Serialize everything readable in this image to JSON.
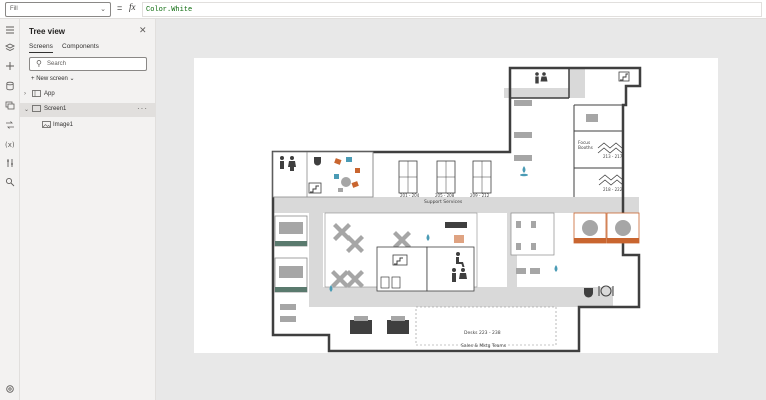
{
  "formula_bar": {
    "property": "Fill",
    "equals": "=",
    "fx": "fx",
    "formula": "Color.White"
  },
  "rail": {
    "icons": [
      "hamburger-icon",
      "layers-icon",
      "plus-icon",
      "database-icon",
      "media-icon",
      "data-flow-icon",
      "variables-icon",
      "tools-icon",
      "search-icon",
      "settings-icon"
    ]
  },
  "tree": {
    "title": "Tree view",
    "tabs": [
      "Screens",
      "Components"
    ],
    "search_placeholder": "Search",
    "new_screen": "New screen",
    "items": [
      {
        "label": "App"
      },
      {
        "label": "Screen1"
      },
      {
        "label": "Image1"
      }
    ]
  },
  "floorplan": {
    "labels": {
      "support_services": "Support Services",
      "rooms_201_204": "201 - 204",
      "rooms_205_208": "205 - 208",
      "rooms_209_212": "209 - 212",
      "rooms_213_217": "213 - 217",
      "rooms_218_222": "218 - 222",
      "focus_booths": "Focus Booths",
      "desks_223_238": "Desks 223 - 238",
      "sales_mktg": "Sales & Mktg Teams"
    },
    "colors": {
      "wall": "#3f3f3f",
      "corridor": "#d9d9d9",
      "room_fill": "#ffffff",
      "furniture": "#a6a6a6",
      "accent_orange": "#c9652f",
      "accent_teal": "#4a9bb5",
      "badge_green": "#5a7a6e"
    }
  }
}
